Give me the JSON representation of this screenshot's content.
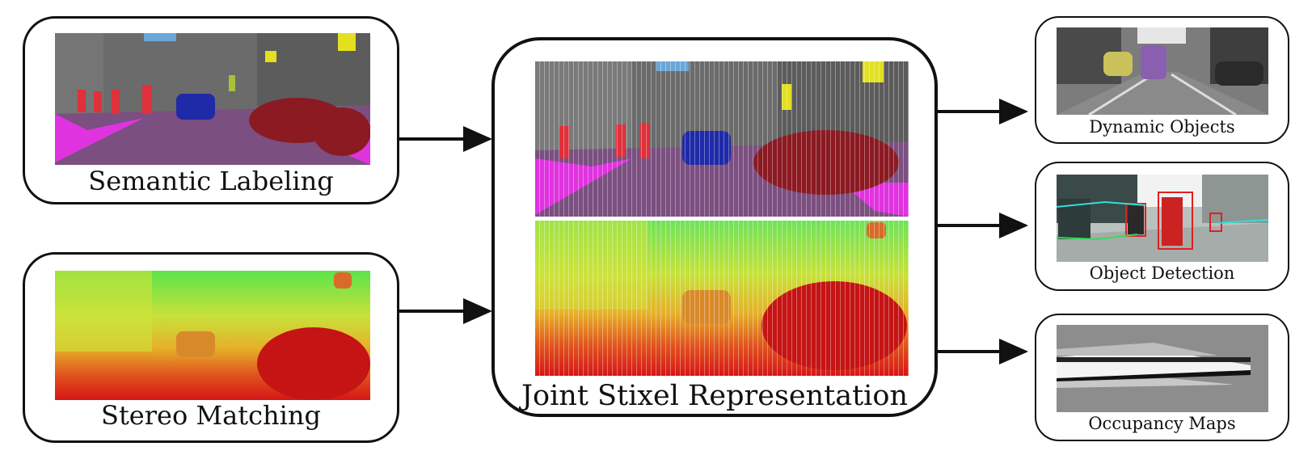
{
  "inputs": [
    {
      "label": "Semantic Labeling"
    },
    {
      "label": "Stereo Matching"
    }
  ],
  "center": {
    "label": "Joint Stixel Representation"
  },
  "outputs": [
    {
      "label": "Dynamic Objects"
    },
    {
      "label": "Object Detection"
    },
    {
      "label": "Occupancy Maps"
    }
  ],
  "colors": {
    "road": "#7b4f80",
    "sidewalk": "#e033e0",
    "vehicle": "#1f2aa8",
    "pedestrian": "#e0303a",
    "vegetation_car": "#8b1a22",
    "sky": "#6aa7d8",
    "sign": "#e3e020",
    "building": "#6b6b6b"
  }
}
